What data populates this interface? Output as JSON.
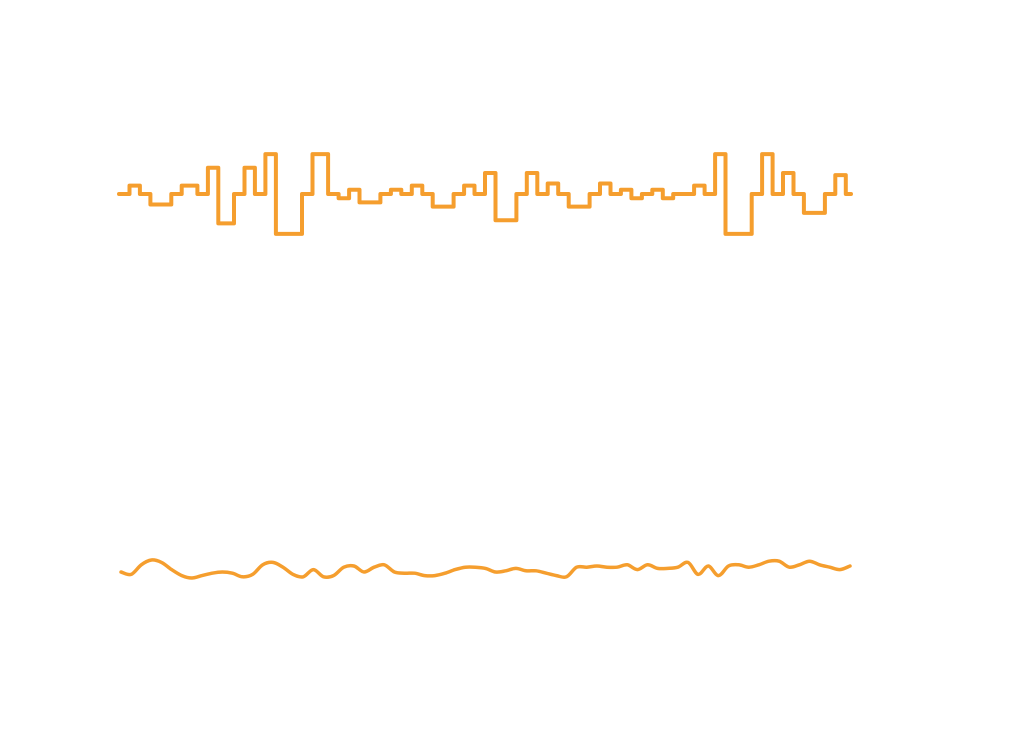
{
  "chart_data": [
    {
      "type": "line",
      "interpolation": "step",
      "title": "",
      "xlabel": "",
      "ylabel": "",
      "axes_visible": false,
      "grid": false,
      "legend": "none",
      "color": "#f59e2e",
      "x": [
        0,
        1,
        2,
        3,
        4,
        5,
        6,
        7,
        8,
        9,
        10,
        11,
        12,
        13,
        14,
        15,
        16,
        17,
        18,
        19,
        20,
        21,
        22,
        23,
        24,
        25,
        26,
        27,
        28,
        29,
        30,
        31,
        32,
        33,
        34,
        35,
        36,
        37,
        38,
        39,
        40,
        41,
        42,
        43,
        44,
        45,
        46,
        47,
        48,
        49,
        50,
        51,
        52,
        53,
        54,
        55,
        56,
        57,
        58,
        59,
        60,
        61,
        62,
        63,
        64,
        65,
        66,
        67,
        68,
        69,
        70,
        71,
        72,
        73,
        74,
        75,
        76,
        77,
        78,
        79,
        80,
        81,
        82,
        83,
        84,
        85,
        86,
        87,
        88,
        89,
        90,
        91,
        92,
        93,
        94,
        95,
        96,
        97,
        98,
        99,
        100,
        101,
        102,
        103,
        104,
        105,
        106,
        107,
        108,
        109,
        110,
        111,
        112,
        113,
        114,
        115,
        116,
        117,
        118,
        119,
        120,
        121,
        122,
        123,
        124,
        125,
        126,
        127,
        128,
        129,
        130,
        131,
        132,
        133,
        134,
        135,
        136,
        137,
        138,
        139,
        140
      ],
      "y": [
        0,
        0,
        8,
        8,
        0,
        0,
        -10,
        -10,
        -10,
        -10,
        0,
        0,
        8,
        8,
        8,
        0,
        0,
        25,
        25,
        -28,
        -28,
        -28,
        0,
        0,
        25,
        25,
        0,
        0,
        38,
        38,
        -38,
        -38,
        -38,
        -38,
        -38,
        0,
        0,
        38,
        38,
        38,
        0,
        0,
        -4,
        -4,
        4,
        4,
        -8,
        -8,
        -8,
        -8,
        0,
        0,
        4,
        4,
        0,
        0,
        8,
        8,
        0,
        0,
        -12,
        -12,
        -12,
        -12,
        0,
        0,
        8,
        8,
        0,
        0,
        20,
        20,
        -25,
        -25,
        -25,
        -25,
        0,
        0,
        20,
        20,
        0,
        0,
        10,
        10,
        0,
        0,
        -12,
        -12,
        -12,
        -12,
        0,
        0,
        10,
        10,
        0,
        0,
        4,
        4,
        -4,
        -4,
        0,
        0,
        4,
        4,
        -4,
        -4,
        0,
        0,
        0,
        0,
        8,
        8,
        0,
        0,
        38,
        38,
        -38,
        -38,
        -38,
        -38,
        -38,
        0,
        0,
        38,
        38,
        0,
        0,
        20,
        20,
        0,
        0,
        -18,
        -18,
        -18,
        -18,
        0,
        0,
        18,
        18,
        0,
        0,
        4,
        4,
        4,
        4,
        0
      ]
    },
    {
      "type": "line",
      "interpolation": "smooth",
      "title": "",
      "xlabel": "",
      "ylabel": "",
      "axes_visible": false,
      "grid": false,
      "legend": "none",
      "color": "#f59e2e",
      "x": [
        0,
        1,
        2,
        3,
        4,
        5,
        6,
        7,
        8,
        9,
        10,
        11,
        12,
        13,
        14,
        15,
        16,
        17,
        18,
        19,
        20,
        21,
        22,
        23,
        24,
        25,
        26,
        27,
        28,
        29,
        30,
        31,
        32,
        33,
        34,
        35,
        36,
        37,
        38,
        39,
        40,
        41,
        42,
        43,
        44,
        45,
        46,
        47,
        48,
        49,
        50,
        51,
        52,
        53,
        54,
        55,
        56,
        57,
        58,
        59,
        60,
        61,
        62,
        63,
        64,
        65,
        66,
        67,
        68,
        69,
        70,
        71,
        72
      ],
      "y": [
        0,
        -2,
        6,
        10,
        8,
        2,
        -3,
        -5,
        -3,
        -1,
        0,
        -1,
        -4,
        -2,
        6,
        8,
        4,
        -2,
        -4,
        2,
        -4,
        -3,
        4,
        5,
        0,
        4,
        6,
        0,
        -1,
        -1,
        -3,
        -3,
        -1,
        2,
        4,
        4,
        3,
        0,
        1,
        3,
        1,
        1,
        -1,
        -3,
        -4,
        4,
        4,
        5,
        4,
        4,
        6,
        2,
        6,
        3,
        3,
        4,
        8,
        -2,
        5,
        -3,
        5,
        6,
        4,
        6,
        9,
        9,
        4,
        6,
        9,
        6,
        4,
        2,
        5
      ]
    }
  ]
}
